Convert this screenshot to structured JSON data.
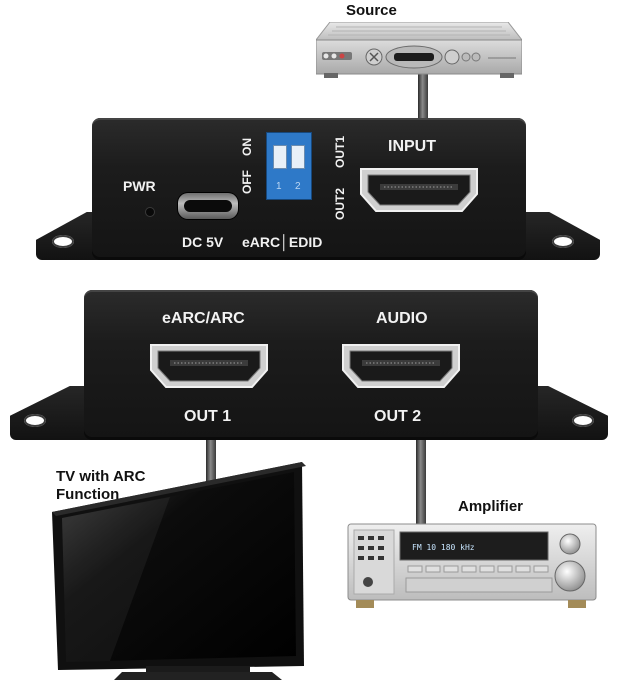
{
  "labels": {
    "source": "Source",
    "pwr": "PWR",
    "off": "OFF",
    "on": "ON",
    "out2": "OUT2",
    "out1": "OUT1",
    "dip1": "1",
    "dip2": "2",
    "input": "INPUT",
    "dc5v": "DC 5V",
    "earc_edid": "eARC│EDID",
    "earc_arc": "eARC/ARC",
    "audio": "AUDIO",
    "out_1": "OUT 1",
    "out_2": "OUT 2",
    "tv_line1": "TV with ARC",
    "tv_line2": "Function",
    "amplifier": "Amplifier",
    "amp_display": "FM 10 180 kHz"
  },
  "colors": {
    "device_body": "#1c1c1c",
    "dip_switch": "#2e79c8",
    "label_light": "#f2f2f2",
    "label_dark": "#111111"
  }
}
